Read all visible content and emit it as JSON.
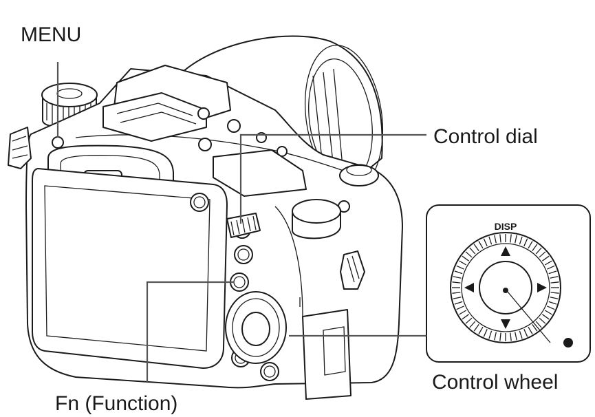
{
  "labels": {
    "menu": "MENU",
    "control_dial": "Control dial",
    "control_wheel": "Control wheel",
    "fn": "Fn (Function)",
    "disp": "DISP"
  },
  "colors": {
    "line": "#1a1a1a",
    "leader": "#555555",
    "background": "#ffffff"
  }
}
